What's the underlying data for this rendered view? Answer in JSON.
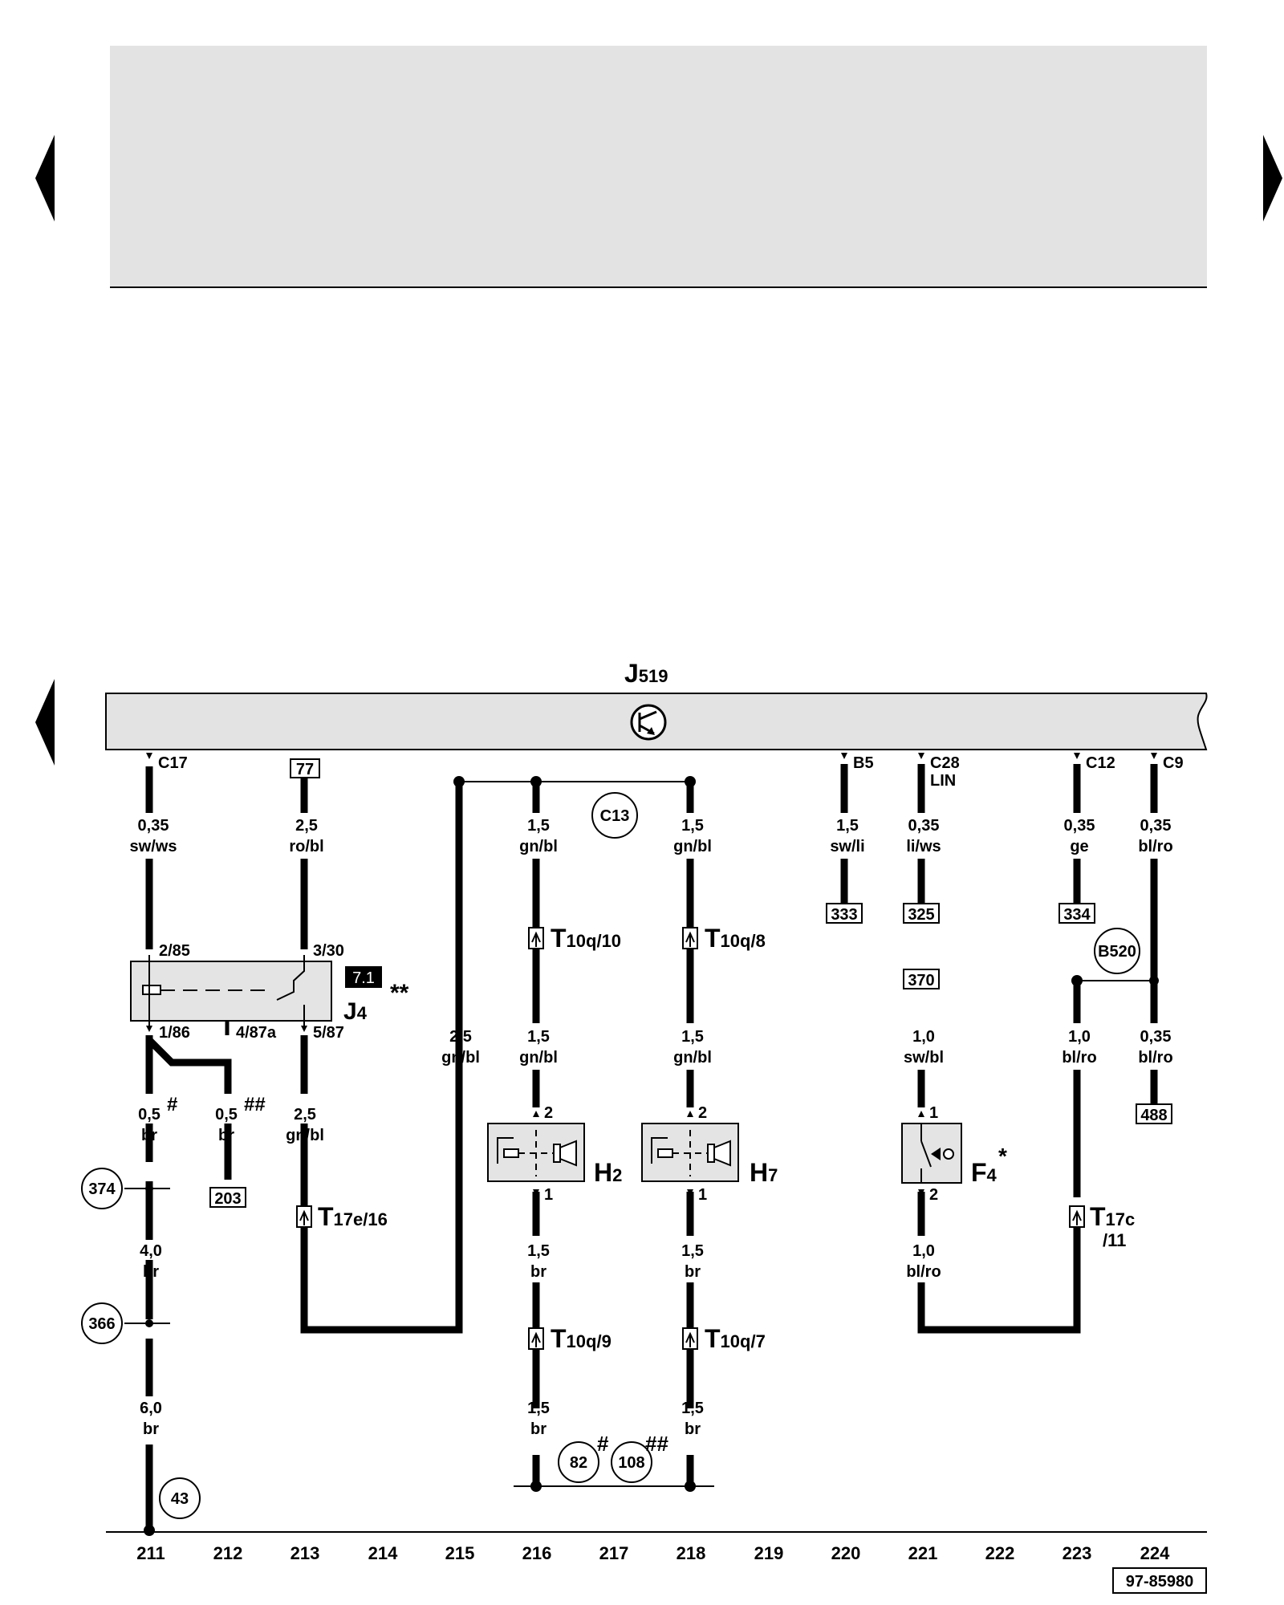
{
  "diagram_id": "97-85980",
  "control_unit": {
    "name": "J",
    "sub": "519"
  },
  "columns": [
    "211",
    "212",
    "213",
    "214",
    "215",
    "216",
    "217",
    "218",
    "219",
    "220",
    "221",
    "222",
    "223",
    "224"
  ],
  "pins_top": [
    {
      "text": "C17"
    },
    {
      "text": "B5"
    },
    {
      "text": "C28"
    },
    {
      "text": "LIN"
    },
    {
      "text": "C12"
    },
    {
      "text": "C9"
    }
  ],
  "ref_boxes": [
    "77",
    "333",
    "325",
    "334",
    "370",
    "203",
    "488"
  ],
  "circles": [
    "C13",
    "B520",
    "374",
    "366",
    "43",
    "82",
    "108"
  ],
  "wires": [
    {
      "size": "0,35",
      "color": "sw/ws"
    },
    {
      "size": "2,5",
      "color": "ro/bl"
    },
    {
      "size": "1,5",
      "color": "gn/bl"
    },
    {
      "size": "1,5",
      "color": "gn/bl"
    },
    {
      "size": "1,5",
      "color": "sw/li"
    },
    {
      "size": "0,35",
      "color": "li/ws"
    },
    {
      "size": "0,35",
      "color": "ge"
    },
    {
      "size": "0,35",
      "color": "bl/ro"
    },
    {
      "size": "2,5",
      "color": "gn/bl"
    },
    {
      "size": "1,5",
      "color": "gn/bl"
    },
    {
      "size": "1,5",
      "color": "gn/bl"
    },
    {
      "size": "1,0",
      "color": "sw/bl"
    },
    {
      "size": "1,0",
      "color": "bl/ro"
    },
    {
      "size": "0,35",
      "color": "bl/ro"
    },
    {
      "size": "0,5",
      "color": "br"
    },
    {
      "size": "0,5",
      "color": "br"
    },
    {
      "size": "2,5",
      "color": "gn/bl"
    },
    {
      "size": "4,0",
      "color": "br"
    },
    {
      "size": "1,5",
      "color": "br"
    },
    {
      "size": "1,5",
      "color": "br"
    },
    {
      "size": "1,0",
      "color": "bl/ro"
    },
    {
      "size": "6,0",
      "color": "br"
    },
    {
      "size": "1,5",
      "color": "br"
    },
    {
      "size": "1,5",
      "color": "br"
    }
  ],
  "connectors": [
    {
      "t": "T",
      "sub": "10q/10"
    },
    {
      "t": "T",
      "sub": "10q/8"
    },
    {
      "t": "T",
      "sub": "17e/16"
    },
    {
      "t": "T",
      "sub": "10q/9"
    },
    {
      "t": "T",
      "sub": "10q/7"
    },
    {
      "t": "T",
      "sub": "17c"
    },
    {
      "t": "",
      "sub": "/11"
    }
  ],
  "relay": {
    "name": "J",
    "sub": "4",
    "badge": "7.1",
    "note": "**",
    "pins": [
      "2/85",
      "3/30",
      "1/86",
      "4/87a",
      "5/87"
    ]
  },
  "horns": [
    {
      "name": "H",
      "sub": "2",
      "pin_top": "2",
      "pin_bottom": "1"
    },
    {
      "name": "H",
      "sub": "7",
      "pin_top": "2",
      "pin_bottom": "1"
    }
  ],
  "switch": {
    "name": "F",
    "sub": "4",
    "note": "*",
    "pin_top": "1",
    "pin_bottom": "2"
  },
  "marks": {
    "hash": "#",
    "dhash": "##"
  }
}
